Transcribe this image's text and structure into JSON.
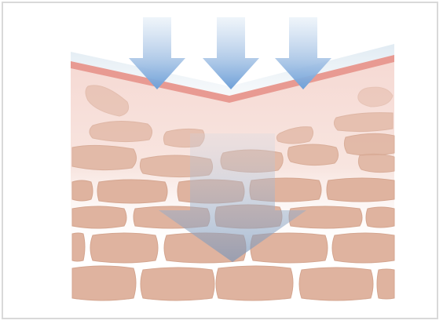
{
  "figure": {
    "description_free": true,
    "palette": {
      "frame": "#d9d9d9",
      "background": "#ffffff",
      "skin_surface_band": "#e89a92",
      "surface_glow": "#dfeaf2",
      "upper_dermis": "#f4d7d1",
      "cell": "#dfb39f",
      "cell_edge": "#d4a58f",
      "arrow": "#6ea0d8",
      "arrow_fade": "#e8f0f8",
      "inner_arrow": "#7a95b8"
    },
    "icons": [
      "down-arrow-icon",
      "down-arrow-icon",
      "down-arrow-icon",
      "large-down-arrow-icon"
    ],
    "layers": [
      "surface-layer",
      "upper-layer",
      "cell-layer"
    ]
  }
}
